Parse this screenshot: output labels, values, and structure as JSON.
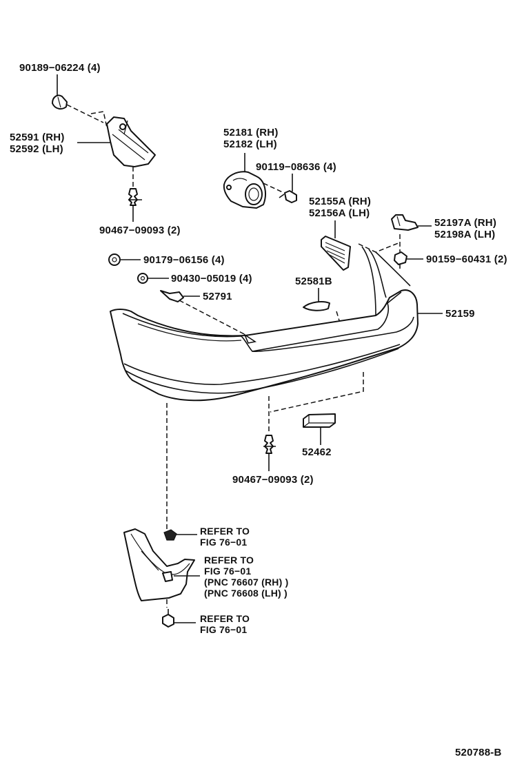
{
  "diagram": {
    "figure_code": "520788-B",
    "labels": {
      "nut_90189": "90189−06224 (4)",
      "bracket_rh": "52591 (RH)",
      "bracket_lh": "52592 (LH)",
      "clip_90467_top": "90467−09093 (2)",
      "lamp_rh": "52181 (RH)",
      "lamp_lh": "52182 (LH)",
      "screw_90119": "90119−08636 (4)",
      "reflector_rh": "52155A (RH)",
      "reflector_lh": "52156A (LH)",
      "retainer_rh": "52197A (RH)",
      "retainer_lh": "52198A (LH)",
      "nut_90179": "90179−06156 (4)",
      "bolt_90159": "90159−60431 (2)",
      "washer_90430": "90430−05019 (4)",
      "part_52581b": "52581B",
      "part_52791": "52791",
      "cover_52159": "52159",
      "pad_52462": "52462",
      "clip_90467_bottom": "90467−09093 (2)",
      "refer_1_line1": "REFER  TO",
      "refer_1_line2": "FIG  76−01",
      "refer_2_line1": "REFER  TO",
      "refer_2_line2": "FIG  76−01",
      "refer_2_line3": "(PNC  76607 (RH) )",
      "refer_2_line4": "(PNC  76608 (LH) )",
      "refer_3_line1": "REFER  TO",
      "refer_3_line2": "FIG  76−01"
    }
  }
}
